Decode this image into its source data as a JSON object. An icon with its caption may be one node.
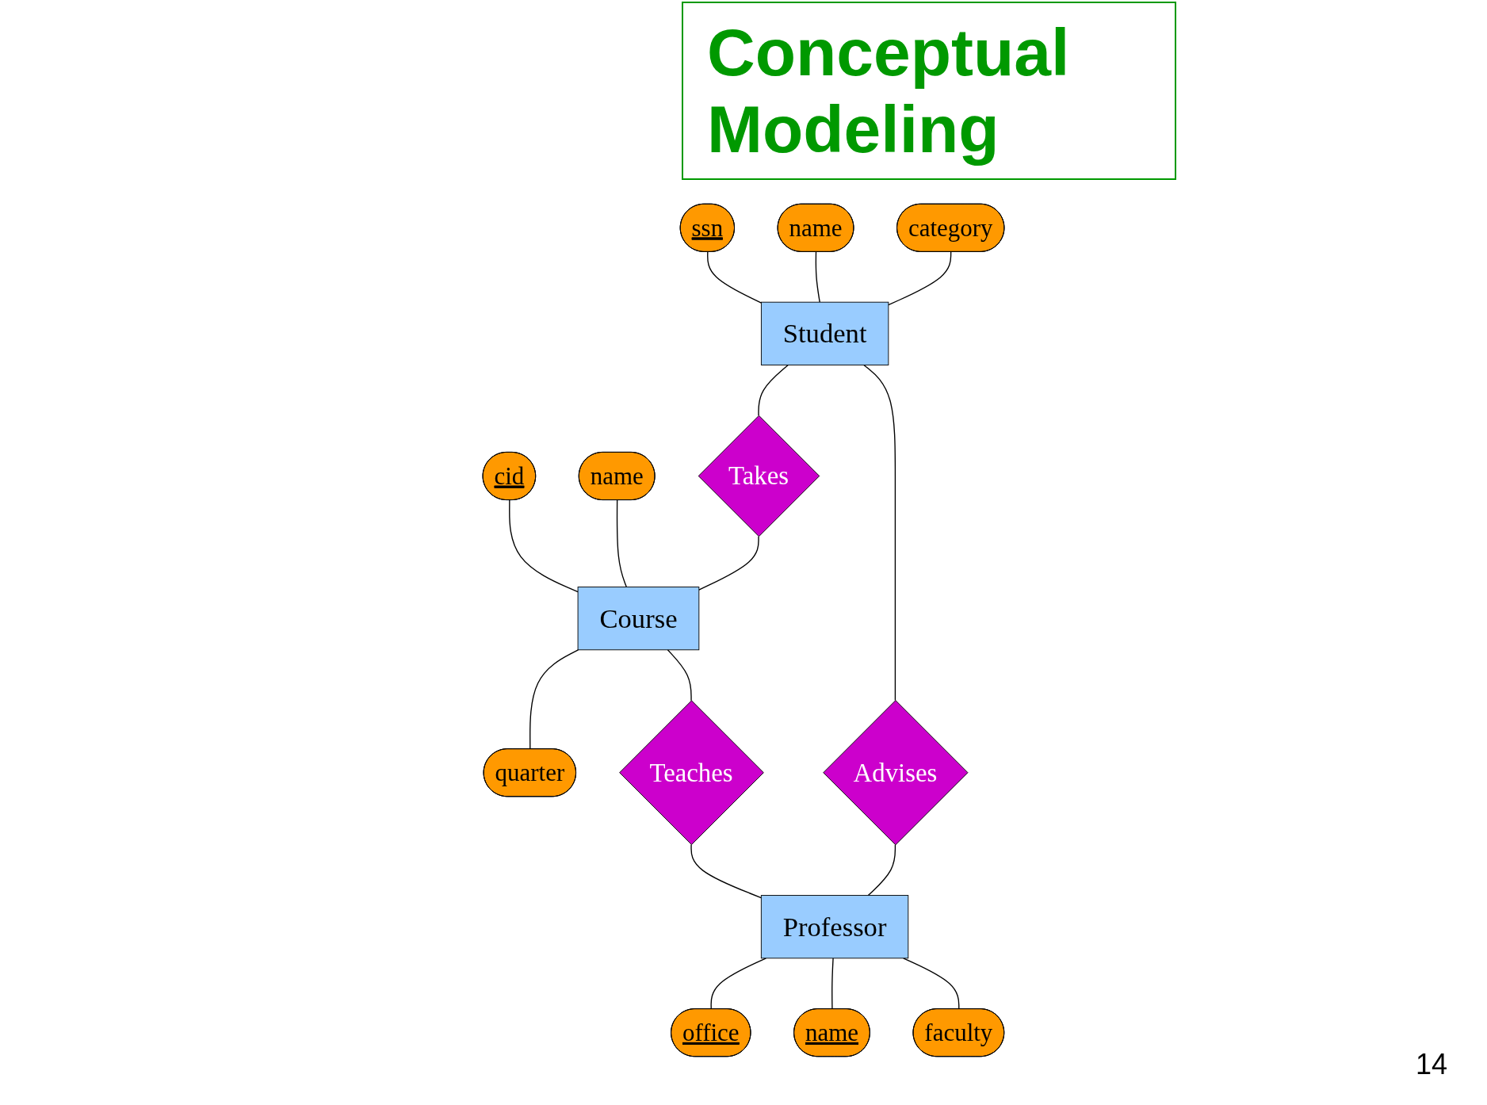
{
  "diagram": {
    "title": "Conceptual Modeling",
    "nodes": [
      {
        "text": [
          "name"
        ]
      },
      {
        "text": [
          "category"
        ]
      },
      {
        "text": [
          "ssn"
        ]
      },
      {
        "text": [
          "Student"
        ]
      },
      {
        "text": [
          "cid"
        ]
      },
      {
        "text": [
          "name"
        ]
      },
      {
        "text": [
          "Course"
        ]
      },
      {
        "text": [
          "Takes"
        ]
      },
      {
        "text": [
          "quarter"
        ]
      },
      {
        "text": [
          "Advises"
        ]
      },
      {
        "text": [
          "Teaches"
        ]
      },
      {
        "text": [
          "Professor"
        ]
      },
      {
        "text": [
          "office"
        ]
      },
      {
        "text": [
          "name"
        ]
      },
      {
        "text": [
          "faculty"
        ]
      }
    ],
    "edges": [
      {
        "from": 2,
        "to": 3,
        "arrow": "none"
      },
      {
        "from": 0,
        "to": 3,
        "arrow": "none"
      },
      {
        "from": 1,
        "to": 3,
        "arrow": "none"
      },
      {
        "from": 3,
        "to": 7,
        "arrow": "none"
      },
      {
        "from": 7,
        "to": 6,
        "arrow": "none"
      },
      {
        "from": 4,
        "to": 6,
        "arrow": "none"
      },
      {
        "from": 5,
        "to": 6,
        "arrow": "none"
      },
      {
        "from": 6,
        "to": 8,
        "arrow": "none"
      },
      {
        "from": 3,
        "to": 9,
        "arrow": "none"
      },
      {
        "from": 9,
        "to": 11,
        "arrow": "none"
      },
      {
        "from": 6,
        "to": 10,
        "arrow": "none"
      },
      {
        "from": 10,
        "to": 11,
        "arrow": "none"
      },
      {
        "from": 11,
        "to": 12,
        "arrow": "none"
      },
      {
        "from": 11,
        "to": 13,
        "arrow": "none"
      },
      {
        "from": 11,
        "to": 14,
        "arrow": "none"
      }
    ],
    "labels": [
      "14"
    ]
  }
}
